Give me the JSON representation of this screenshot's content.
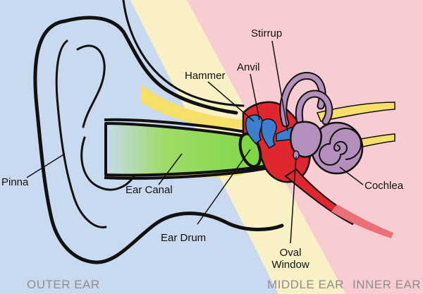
{
  "regions": {
    "outer": "OUTER EAR",
    "middle": "MIDDLE EAR",
    "inner": "INNER EAR"
  },
  "labels": {
    "pinna": "Pinna",
    "ear_canal": "Ear Canal",
    "ear_drum": "Ear Drum",
    "hammer": "Hammer",
    "anvil": "Anvil",
    "stirrup": "Stirrup",
    "cochlea": "Cochlea",
    "oval_window_line1": "Oval",
    "oval_window_line2": "Window"
  },
  "colors": {
    "outer_bg": "#c9d9ef",
    "middle_bg": "#f9f0c6",
    "inner_bg": "#f8cdd2",
    "canal": "#7fd640",
    "eustachian": "#f6e06a",
    "tissue": "#e0262f",
    "ossicles": "#3a7fd0",
    "cochlea": "#b58fbb"
  }
}
